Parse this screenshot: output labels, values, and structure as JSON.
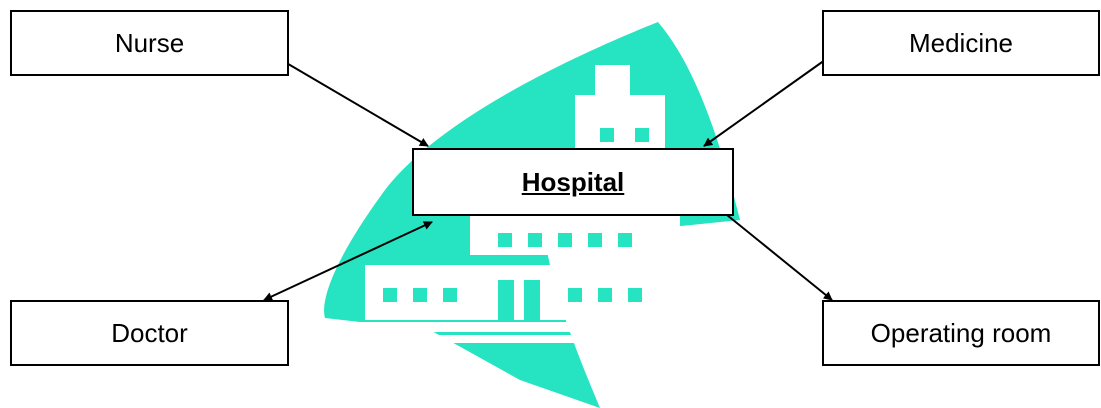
{
  "diagram": {
    "center": "Hospital",
    "nodes": {
      "nurse": "Nurse",
      "medicine": "Medicine",
      "doctor": "Doctor",
      "operating_room": "Operating room"
    },
    "colors": {
      "illustration": "#26e3c1",
      "stroke": "#000000",
      "box_fill": "#ffffff"
    },
    "icon": "hospital-building-icon"
  }
}
